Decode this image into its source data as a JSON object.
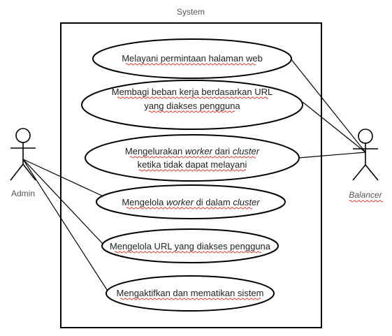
{
  "system": {
    "name": "System"
  },
  "actors": {
    "admin": {
      "label": "Admin"
    },
    "balancer": {
      "label": "Balancer"
    }
  },
  "use_cases": [
    {
      "line1": [
        {
          "t": "Melayani permintaan halaman web"
        }
      ]
    },
    {
      "line1": [
        {
          "t": "Membagi beban kerja berdasarkan URL"
        }
      ],
      "line2": [
        {
          "t": "yang diakses pengguna"
        }
      ]
    },
    {
      "line1": [
        {
          "t": "Mengelurakan "
        },
        {
          "t": "worker",
          "i": true
        },
        {
          "t": " dari "
        },
        {
          "t": "cluster",
          "i": true
        }
      ],
      "line2": [
        {
          "t": "ketika tidak dapat melayani"
        }
      ]
    },
    {
      "line1": [
        {
          "t": "Mengelola "
        },
        {
          "t": "worker",
          "i": true
        },
        {
          "t": " di dalam "
        },
        {
          "t": "cluster",
          "i": true
        }
      ]
    },
    {
      "line1": [
        {
          "t": "Mengelola URL yang diakses pengguna"
        }
      ]
    },
    {
      "line1": [
        {
          "t": "Mengaktifkan dan mematikan sistem"
        }
      ]
    }
  ]
}
